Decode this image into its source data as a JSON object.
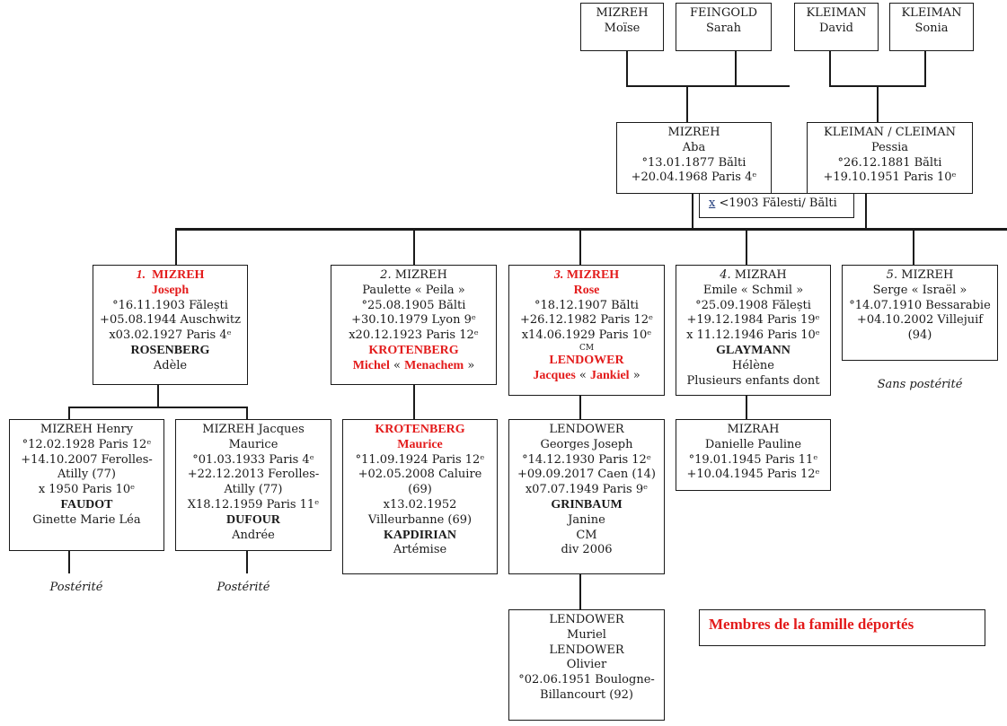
{
  "great_grandparents": [
    {
      "surname": "MIZREH",
      "given": "Moïse"
    },
    {
      "surname": "FEINGOLD",
      "given": "Sarah"
    },
    {
      "surname": "KLEIMAN",
      "given": "David"
    },
    {
      "surname": "KLEIMAN",
      "given": "Sonia"
    }
  ],
  "grandparents": [
    {
      "surname": "MIZREH",
      "given": "Aba",
      "birth": "°13.01.1877 Bălti",
      "death": "+20.04.1968 Paris 4ᵉ"
    },
    {
      "surname": "KLEIMAN / CLEIMAN",
      "given": "Pessia",
      "birth": "°26.12.1881 Bălti",
      "death": "+19.10.1951 Paris 10ᵉ"
    }
  ],
  "marriage": {
    "symbol": "x",
    "text": " <1903 Fălesti/ Bălti"
  },
  "children": [
    {
      "number": "1.",
      "surname": "MIZREH",
      "given": "Joseph",
      "deported": true,
      "birth": "°16.11.1903 Fălești",
      "death": "+05.08.1944 Auschwitz",
      "marriage": "x03.02.1927 Paris 4ᵉ",
      "spouse_surname": "ROSENBERG",
      "spouse_given": "Adèle"
    },
    {
      "number": "2.",
      "surname": "MIZREH",
      "given": "Paulette « Peila »",
      "deported": false,
      "birth": "°25.08.1905 Bălti",
      "death": "+30.10.1979 Lyon 9ᵉ",
      "marriage": "x20.12.1923 Paris 12ᵉ",
      "spouse_surname": "KROTENBERG",
      "spouse_given_a": "Michel",
      "spouse_given_mid": " « ",
      "spouse_given_b": "Menachem",
      "spouse_given_end": " »"
    },
    {
      "number": "3.",
      "surname": "MIZREH",
      "given": "Rose",
      "deported": true,
      "birth": "°18.12.1907 Bălti",
      "death": "+26.12.1982 Paris 12ᵉ",
      "marriage": "x14.06.1929 Paris 10ᵉ",
      "note": "CM",
      "spouse_surname": "LENDOWER",
      "spouse_given_a": "Jacques",
      "spouse_given_mid": " « ",
      "spouse_given_b": "Jankiel",
      "spouse_given_end": " »"
    },
    {
      "number": "4.",
      "surname": "MIZRAH",
      "given": "Emile « Schmil »",
      "deported": false,
      "birth": "°25.09.1908 Fălești",
      "death": "+19.12.1984 Paris 19ᵉ",
      "marriage": "x 11.12.1946 Paris 10ᵉ",
      "spouse_surname": "GLAYMANN",
      "spouse_given": "Hélène",
      "extra": "Plusieurs enfants dont"
    },
    {
      "number": "5.",
      "surname": "MIZREH",
      "given": "Serge « Israël »",
      "deported": false,
      "birth": "°14.07.1910 Bessarabie",
      "death": "+04.10.2002 Villejuif",
      "death_dept": "(94)",
      "footnote": "Sans postérité"
    }
  ],
  "grandchildren": [
    {
      "lines": [
        "MIZREH Henry",
        "°12.02.1928 Paris 12ᵉ",
        "+14.10.2007 Ferolles-",
        "Atilly (77)",
        "x 1950 Paris 10ᵉ"
      ],
      "spouse_surname": "FAUDOT",
      "spouse_given": "Ginette Marie Léa",
      "footnote": "Postérité"
    },
    {
      "lines": [
        "MIZREH Jacques",
        "Maurice",
        "°01.03.1933 Paris 4ᵉ",
        "+22.12.2013 Ferolles-",
        "Atilly (77)",
        "X18.12.1959 Paris 11ᵉ"
      ],
      "spouse_surname": "DUFOUR",
      "spouse_given": "Andrée",
      "footnote": "Postérité"
    },
    {
      "surname": "KROTENBERG",
      "given": "Maurice",
      "deported": true,
      "lines": [
        "°11.09.1924 Paris 12ᵉ",
        "+02.05.2008 Caluire",
        "(69)",
        "x13.02.1952",
        "Villeurbanne (69)"
      ],
      "spouse_surname": "KAPDIRIAN",
      "spouse_given": "Artémise"
    },
    {
      "lines": [
        "LENDOWER",
        "Georges Joseph",
        "°14.12.1930 Paris 12ᵉ",
        "+09.09.2017 Caen (14)",
        "x07.07.1949 Paris 9ᵉ"
      ],
      "spouse_surname": "GRINBAUM",
      "spouse_given": "Janine",
      "after": [
        "CM",
        "div 2006"
      ]
    },
    {
      "lines": [
        "MIZRAH",
        "Danielle Pauline",
        "°19.01.1945 Paris 11ᵉ",
        "+10.04.1945 Paris 12ᵉ"
      ]
    }
  ],
  "great_grandchildren": [
    {
      "lines": [
        "LENDOWER",
        "Muriel",
        "LENDOWER",
        "Olivier",
        "°02.06.1951 Boulogne-",
        "Billancourt (92)"
      ]
    }
  ],
  "legend": {
    "label": "Membres de la famille déportés",
    "color": "#e31b1b"
  }
}
